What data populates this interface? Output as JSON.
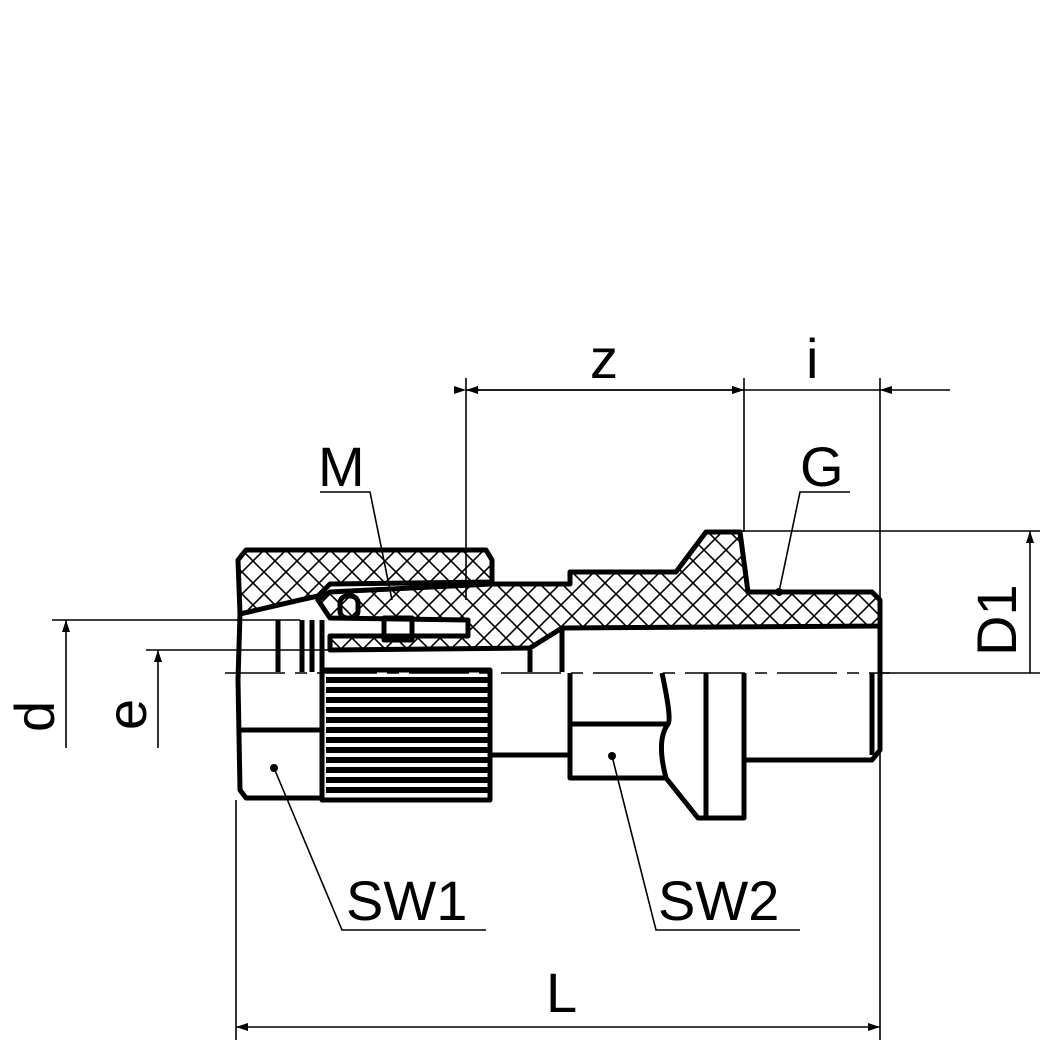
{
  "drawing": {
    "type": "technical drawing - threaded compression fitting, half section",
    "labels": {
      "z": "z",
      "i": "i",
      "M": "M",
      "G": "G",
      "D1": "D1",
      "d": "d",
      "e": "e",
      "SW1": "SW1",
      "SW2": "SW2",
      "L": "L"
    },
    "colors": {
      "line": "#000000",
      "background": "#ffffff"
    }
  }
}
